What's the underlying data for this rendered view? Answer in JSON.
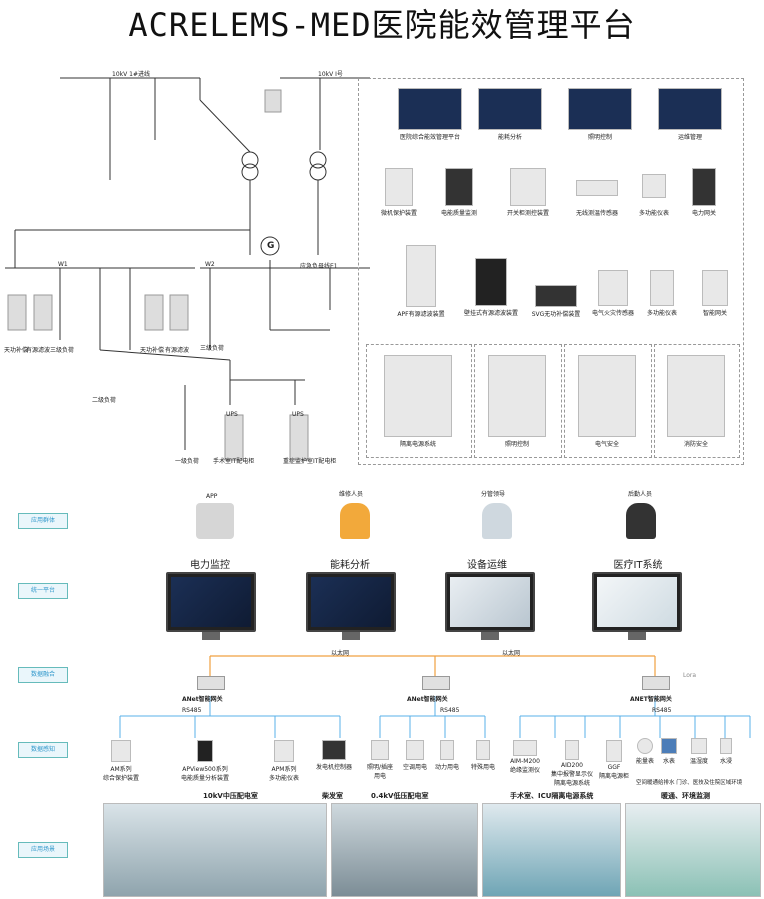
{
  "title": "ACRELEMS-MED医院能效管理平台",
  "diagram": {
    "incoming1": "10kV 1#进线",
    "incoming2": "10kV I号",
    "w1": "W1",
    "w2": "W2",
    "emergency_bus": "应急负母线E1",
    "gen": "G",
    "left_loads": [
      "天功补偿",
      "有源滤波",
      "三级负荷"
    ],
    "mid_loads": [
      "天功补偿",
      "有源滤波"
    ],
    "third_load": "三级负荷",
    "second_load": "二级负荷",
    "first_load": "一级负荷",
    "ups": "UPS",
    "ups_cab1": "手术室IT配电柜",
    "ups_cab2": "重症监护室IT配电柜"
  },
  "panel_rows": {
    "row1": [
      "医院综合能效管理平台",
      "能耗分析",
      "照明控制",
      "运维管理"
    ],
    "row2": [
      "微机保护装置",
      "电能质量监测",
      "开关柜测控装置",
      "无线测温传感器",
      "多功能仪表",
      "电力网关"
    ],
    "row3": [
      "APF有源滤波装置",
      "壁挂式有源滤波装置",
      "SVG无功补偿装置",
      "电气火灾传感器",
      "多功能仪表",
      "智能网关"
    ],
    "row4": [
      "隔离电源系统",
      "照明控制",
      "电气安全",
      "消防安全"
    ]
  },
  "side_buttons": [
    "应用群体",
    "统一平台",
    "数据融合",
    "数据感知",
    "应用场景"
  ],
  "users": [
    "APP",
    "维修人员",
    "分管领导",
    "后勤人员"
  ],
  "platforms": [
    "电力监控",
    "能耗分析",
    "设备运维",
    "医疗IT系统"
  ],
  "network": {
    "eth1": "以太网",
    "eth2": "以太网",
    "gw1": "ANet智能网关",
    "gw2": "ANet智能网关",
    "gw3": "ANET智能网关",
    "lora": "Lora",
    "rs485_1": "RS485",
    "rs485_2": "RS485",
    "rs485_3": "RS485"
  },
  "sensors": [
    "AM系列\n综合保护装置",
    "APView500系列\n电能质量分析装置",
    "APM系列\n多功能仪表",
    "发电机控制器",
    "照明/插座\n用电",
    "空调用电",
    "动力用电",
    "特殊用电",
    "AIM-M200\n绝缘监测仪",
    "AID200\n集中报警显示仪\n隔离电源系统",
    "GGF\n隔离电源柜",
    "能量表",
    "水表",
    "温湿度",
    "水浸"
  ],
  "sensor_extra": "空间暖通给排水 门诊、医技及住院区域环境",
  "scenes": [
    "10kV中压配电室",
    "柴发室",
    "0.4kV低压配电室",
    "手术室、ICU隔离电源系统",
    "暖通、环境监测"
  ]
}
